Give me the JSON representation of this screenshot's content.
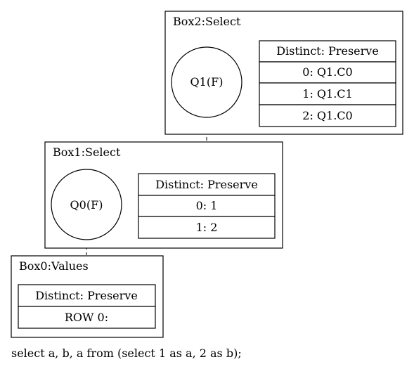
{
  "boxes": {
    "box2": {
      "title": "Box2:Select",
      "quantifier": "Q1(F)",
      "distinct": "Distinct: Preserve",
      "columns": [
        "0: Q1.C0",
        "1: Q1.C1",
        "2: Q1.C0"
      ]
    },
    "box1": {
      "title": "Box1:Select",
      "quantifier": "Q0(F)",
      "distinct": "Distinct: Preserve",
      "columns": [
        "0: 1",
        "1: 2"
      ]
    },
    "box0": {
      "title": "Box0:Values",
      "distinct": "Distinct: Preserve",
      "rows": [
        "ROW 0:"
      ]
    }
  },
  "query": "select a, b, a from (select 1 as a, 2 as b);"
}
